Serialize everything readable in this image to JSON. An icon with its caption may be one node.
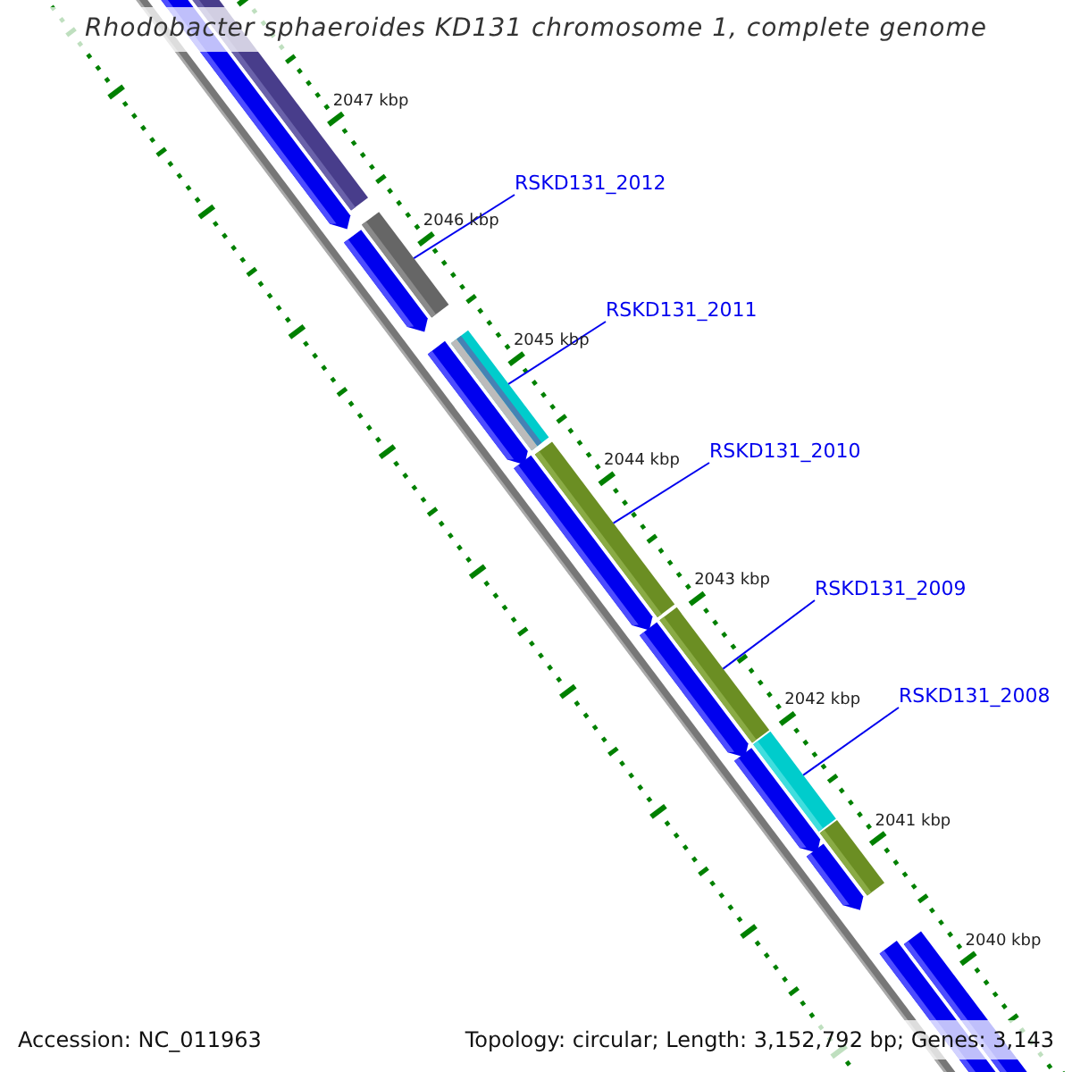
{
  "diagram": {
    "title": "Rhodobacter sphaeroides KD131 chromosome 1, complete genome",
    "nodes": [
      {
        "text": [
          "RSKD131_2012"
        ]
      },
      {
        "text": [
          "RSKD131_2011"
        ]
      },
      {
        "text": [
          "RSKD131_2010"
        ]
      },
      {
        "text": [
          "RSKD131_2009"
        ]
      },
      {
        "text": [
          "RSKD131_2008"
        ]
      },
      {
        "text": [],
        "shape": "bar"
      },
      {
        "text": [],
        "shape": "bar"
      },
      {
        "text": [],
        "shape": "bar"
      },
      {
        "text": [],
        "shape": "bar"
      },
      {
        "text": [],
        "shape": "bar"
      }
    ],
    "edges": [
      {
        "from": 0,
        "to": 5,
        "arrow": "none"
      },
      {
        "from": 1,
        "to": 6,
        "arrow": "none"
      },
      {
        "from": 2,
        "to": 7,
        "arrow": "none"
      },
      {
        "from": 3,
        "to": 8,
        "arrow": "none"
      },
      {
        "from": 4,
        "to": 9,
        "arrow": "none"
      }
    ],
    "labels": [
      "2047 kbp",
      "2046 kbp",
      "2045 kbp",
      "2044 kbp",
      "2043 kbp",
      "2042 kbp",
      "2041 kbp",
      "2040 kbp",
      "Accession: NC_011963",
      "Topology: circular; Length: 3,152,792 bp; Genes: 3,143"
    ]
  }
}
